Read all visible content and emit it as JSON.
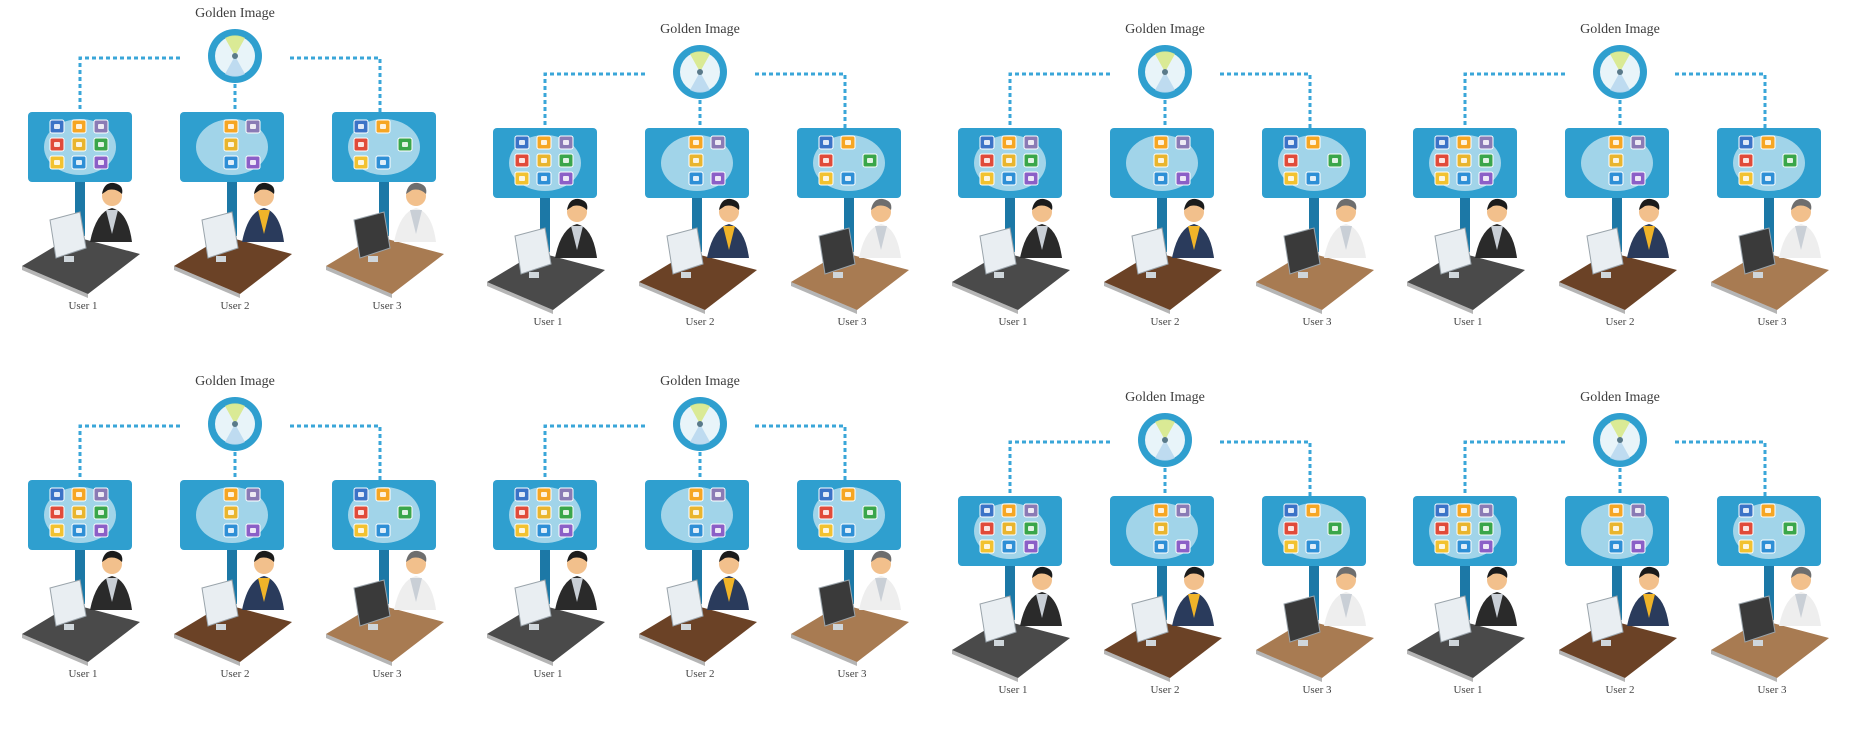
{
  "diagram": {
    "title": "Golden Image",
    "users": [
      "User 1",
      "User 2",
      "User 3"
    ],
    "user_apps": [
      [
        "script",
        "star",
        "contact",
        "pdf",
        "bars",
        "share",
        "chart",
        "table",
        "power"
      ],
      [
        "",
        "star",
        "contact",
        "",
        "bars",
        "",
        "",
        "table",
        "power"
      ],
      [
        "script",
        "star",
        "",
        "pdf",
        "",
        "share",
        "chart",
        "table",
        ""
      ]
    ],
    "panel_count": 8
  },
  "colors": {
    "accent": "#2f9fcf",
    "accent_dark": "#1c78a6",
    "connector": "#3aa6d8",
    "desk1": "#4a4a4a",
    "desk2": "#6b4226",
    "desk3": "#a87b52",
    "app_icons": {
      "script": "#3b73c7",
      "star": "#f6a623",
      "contact": "#8a7bb5",
      "pdf": "#e04b3a",
      "bars": "#e9b52e",
      "share": "#3aa64a",
      "chart": "#f2c230",
      "table": "#2e8fd6",
      "power": "#8b5fc7"
    }
  }
}
